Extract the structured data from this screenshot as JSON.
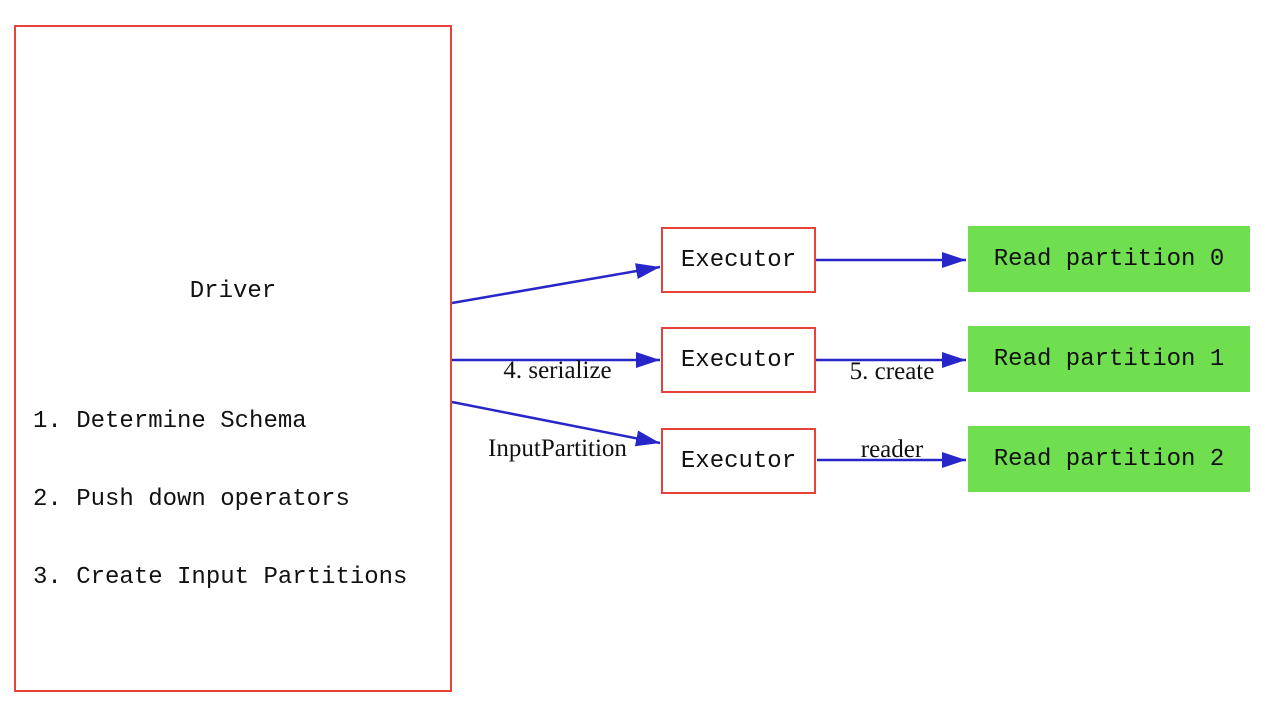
{
  "diagram": {
    "driver": {
      "title": "Driver",
      "steps": [
        "1. Determine Schema",
        "2. Push down operators",
        "3. Create Input Partitions"
      ]
    },
    "executors": [
      {
        "label": "Executor"
      },
      {
        "label": "Executor"
      },
      {
        "label": "Executor"
      }
    ],
    "partitions": [
      {
        "label": "Read partition 0"
      },
      {
        "label": "Read partition 1"
      },
      {
        "label": "Read partition 2"
      }
    ],
    "edge_labels": {
      "serialize": {
        "line1": "4. serialize",
        "line2": "InputPartition"
      },
      "create_reader": {
        "line1": "5. create",
        "line2": "reader"
      }
    },
    "colors": {
      "box_border": "#e5423a",
      "partition_fill": "#6fdf4f",
      "arrow": "#2626c9",
      "text": "#111111"
    }
  }
}
